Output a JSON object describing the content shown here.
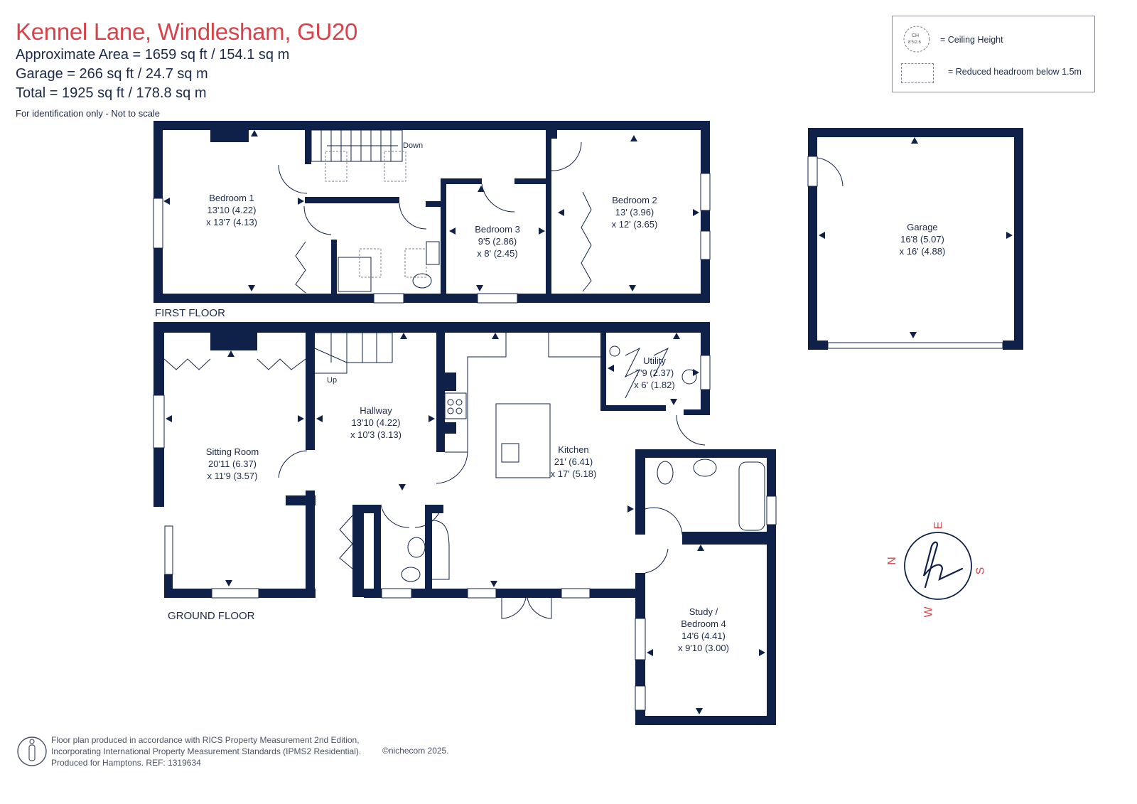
{
  "header": {
    "title": "Kennel Lane, Windlesham, GU20",
    "area": "Approximate Area = 1659 sq ft / 154.1 sq m",
    "garage": "Garage = 266 sq ft / 24.7 sq m",
    "total": "Total = 1925 sq ft / 178.8 sq m",
    "note": "For identification only - Not to scale"
  },
  "legend": {
    "ceiling_symbol_top": "CH",
    "ceiling_symbol_bottom": "8'5/2.6",
    "ceiling_label": "= Ceiling Height",
    "headroom_label": "= Reduced headroom below 1.5m"
  },
  "floors": {
    "first": "FIRST FLOOR",
    "ground": "GROUND FLOOR"
  },
  "labels": {
    "down": "Down",
    "up": "Up"
  },
  "rooms": {
    "bedroom1": {
      "name": "Bedroom 1",
      "dim1": "13'10 (4.22)",
      "dim2": "x 13'7 (4.13)"
    },
    "bedroom2": {
      "name": "Bedroom 2",
      "dim1": "13' (3.96)",
      "dim2": "x 12' (3.65)"
    },
    "bedroom3": {
      "name": "Bedroom 3",
      "dim1": "9'5 (2.86)",
      "dim2": "x 8' (2.45)"
    },
    "garage": {
      "name": "Garage",
      "dim1": "16'8 (5.07)",
      "dim2": "x 16' (4.88)"
    },
    "sitting": {
      "name": "Sitting Room",
      "dim1": "20'11 (6.37)",
      "dim2": "x 11'9 (3.57)"
    },
    "hallway": {
      "name": "Hallway",
      "dim1": "13'10 (4.22)",
      "dim2": "x 10'3 (3.13)"
    },
    "kitchen": {
      "name": "Kitchen",
      "dim1": "21' (6.41)",
      "dim2": "x 17' (5.18)"
    },
    "utility": {
      "name": "Utility",
      "dim1": "7'9 (2.37)",
      "dim2": "x 6' (1.82)"
    },
    "study": {
      "name": "Study /",
      "name2": "Bedroom 4",
      "dim1": "14'6 (4.41)",
      "dim2": "x 9'10 (3.00)"
    }
  },
  "compass": {
    "n": "N",
    "e": "E",
    "s": "S",
    "w": "W"
  },
  "footer": {
    "line1": "Floor plan produced in accordance with RICS Property Measurement 2nd Edition,",
    "line2": "Incorporating International Property Measurement Standards (IPMS2 Residential).",
    "line3": "Produced for Hamptons.   REF:  1319634",
    "copyright": "©nichecom 2025."
  },
  "colors": {
    "wall": "#0f2148",
    "accent": "#d8434a",
    "text": "#1b2a4a"
  }
}
